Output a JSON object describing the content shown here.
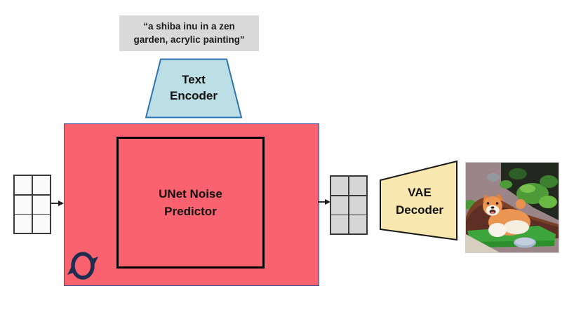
{
  "prompt_box": {
    "text": "“a shiba inu in a zen\ngarden, acrylic painting\"",
    "bg": "#d9d9d9"
  },
  "text_encoder": {
    "label": "Text\nEncoder",
    "fill": "#bcdfe5",
    "border": "#2e74b5"
  },
  "diffusion_loop": {
    "fill": "#fb6270",
    "border": "#33539c",
    "loop_icon": "cycle-arrows",
    "loop_icon_color": "#1f2d4e"
  },
  "unet": {
    "label": "UNet Noise\nPredictor",
    "border": "#000000"
  },
  "input_latent": {
    "rows": 3,
    "cols": 2,
    "cell_fill": "#fafafa",
    "line_color": "#3a3a3a"
  },
  "output_latent": {
    "rows": 3,
    "cols": 2,
    "cell_fill": "#d6d6d6",
    "line_color": "#3a3a3a"
  },
  "vae_decoder": {
    "label": "VAE\nDecoder",
    "fill": "#f8e7ae",
    "border": "#1a1a1a"
  },
  "arrows": {
    "color": "#1a1a1a"
  },
  "output_image": {
    "description": "acrylic painting of a shiba inu in a zen garden"
  }
}
